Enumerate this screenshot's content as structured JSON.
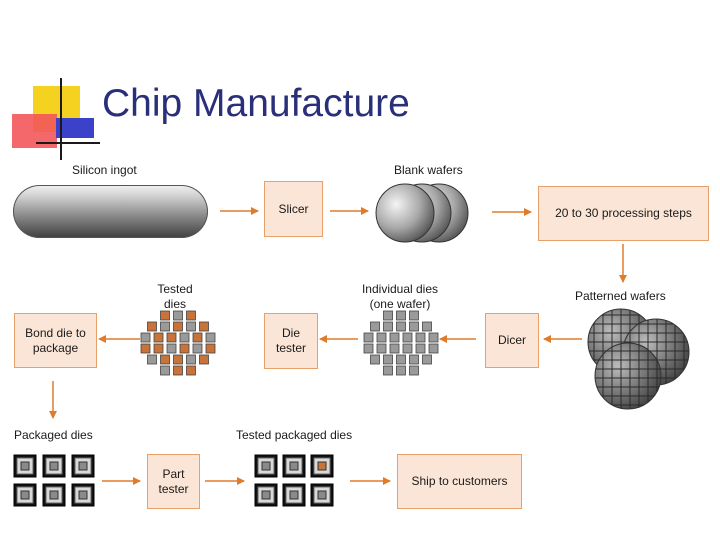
{
  "title": "Chip Manufacture",
  "labels": {
    "silicon_ingot": "Silicon ingot",
    "blank_wafers": "Blank wafers",
    "patterned_wafers": "Patterned wafers",
    "tested_dies_line1": "Tested",
    "tested_dies_line2": "dies",
    "individual_dies_line1": "Individual dies",
    "individual_dies_line2": "(one wafer)",
    "packaged_dies": "Packaged dies",
    "tested_packaged_dies": "Tested packaged dies"
  },
  "steps": {
    "slicer": "Slicer",
    "processing": "20 to 30 processing steps",
    "dicer": "Dicer",
    "die_tester": "Die\ntester",
    "bond": "Bond die to\npackage",
    "part_tester": "Part\ntester",
    "ship": "Ship to customers"
  },
  "colors": {
    "title": "#2a2f7a",
    "step_fill": "#fbe5d6",
    "step_border": "#e8a06a",
    "arrow": "#e07b2a",
    "good_die": "#9a9a9a",
    "bad_die": "#c8733a"
  }
}
